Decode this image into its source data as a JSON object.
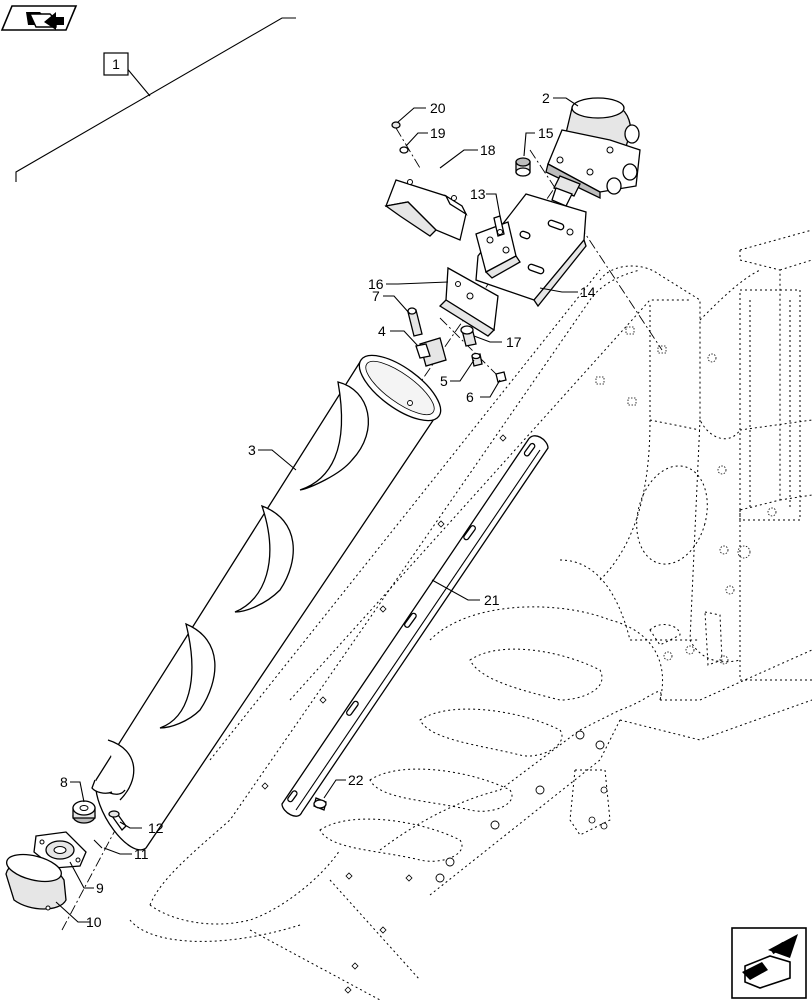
{
  "navigation": {
    "top_left_icon": "navigate-to-previous-page-icon",
    "bottom_right_icon": "navigate-to-next-page-icon"
  },
  "assembly_reference": "1",
  "callouts": [
    "2",
    "3",
    "4",
    "5",
    "6",
    "7",
    "8",
    "9",
    "10",
    "11",
    "12",
    "13",
    "14",
    "15",
    "16",
    "17",
    "18",
    "19",
    "20",
    "21",
    "22"
  ]
}
